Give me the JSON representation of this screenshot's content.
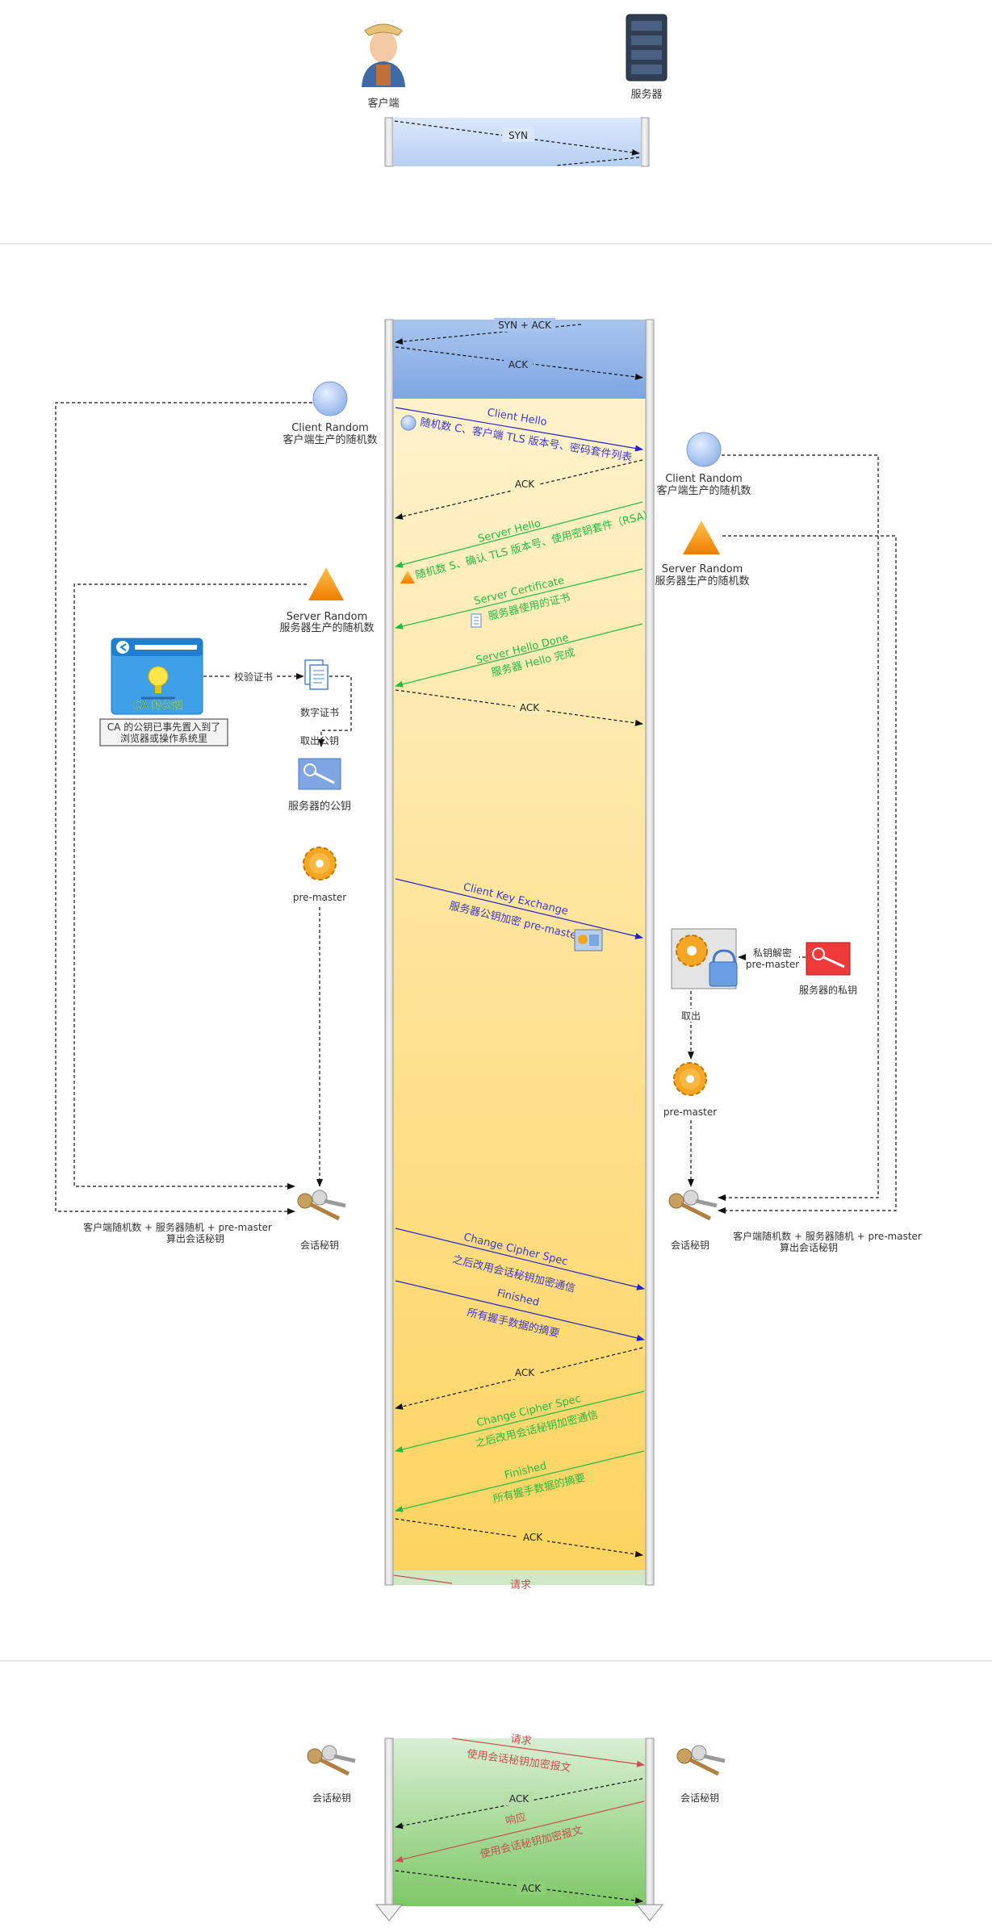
{
  "actors": {
    "client": "客户端",
    "server": "服务器"
  },
  "handshake": {
    "syn": "SYN",
    "synack": "SYN + ACK",
    "ack": "ACK"
  },
  "tls": {
    "client_hello": "Client Hello",
    "client_hello_desc": "随机数 C、客户端 TLS 版本号、密码套件列表",
    "server_hello": "Server Hello",
    "server_hello_desc": "随机数 S、确认 TLS 版本号、使用密钥套件（RSA）",
    "server_cert": "Server Certificate",
    "server_cert_desc": "服务器使用的证书",
    "server_done": "Server Hello Done",
    "server_done_desc": "服务器 Hello 完成",
    "client_key_exchange": "Client Key Exchange",
    "client_key_exchange_desc": "服务器公钥加密 pre-master",
    "change_cipher": "Change Cipher Spec",
    "change_cipher_desc": "之后改用会话秘钥加密通信",
    "finished": "Finished",
    "finished_desc": "所有握手数据的摘要",
    "ack": "ACK"
  },
  "left": {
    "client_random": "Client Random",
    "client_random_desc": "客户端生产的随机数",
    "server_random": "Server Random",
    "server_random_desc": "服务器生产的随机数",
    "ca_pub": "CA 的公钥",
    "ca_note1": "CA 的公钥已事先置入到了",
    "ca_note2": "浏览器或操作系统里",
    "verify_cert": "校验证书",
    "digital_cert": "数字证书",
    "take_pubkey": "取出公钥",
    "server_pubkey": "服务器的公钥",
    "premaster": "pre-master",
    "compute1": "客户端随机数 + 服务器随机 +  pre-master",
    "compute2": "算出会话秘钥",
    "session_key": "会话秘钥"
  },
  "right": {
    "client_random": "Client Random",
    "client_random_desc": "客户端生产的随机数",
    "server_random": "Server Random",
    "server_random_desc": "服务器生产的随机数",
    "decrypt1": "私钥解密",
    "decrypt2": "pre-master",
    "server_privkey": "服务器的私钥",
    "take_out": "取出",
    "premaster": "pre-master",
    "compute1": "客户端随机数 + 服务器随机 +  pre-master",
    "compute2": "算出会话秘钥",
    "session_key": "会话秘钥"
  },
  "data_phase": {
    "request": "请求",
    "request_desc": "使用会话秘钥加密报文",
    "response": "响应",
    "response_desc": "使用会话秘钥加密报文",
    "ack": "ACK",
    "session_key_left": "会话秘钥",
    "session_key_right": "会话秘钥"
  },
  "colors": {
    "blue_msg": "#3a3acc",
    "green_msg": "#22bb44",
    "red_msg": "#c85050",
    "tcp_band": "#8eb4e8",
    "tls_band": "#fcd66a",
    "data_band": "#8fd17a"
  }
}
